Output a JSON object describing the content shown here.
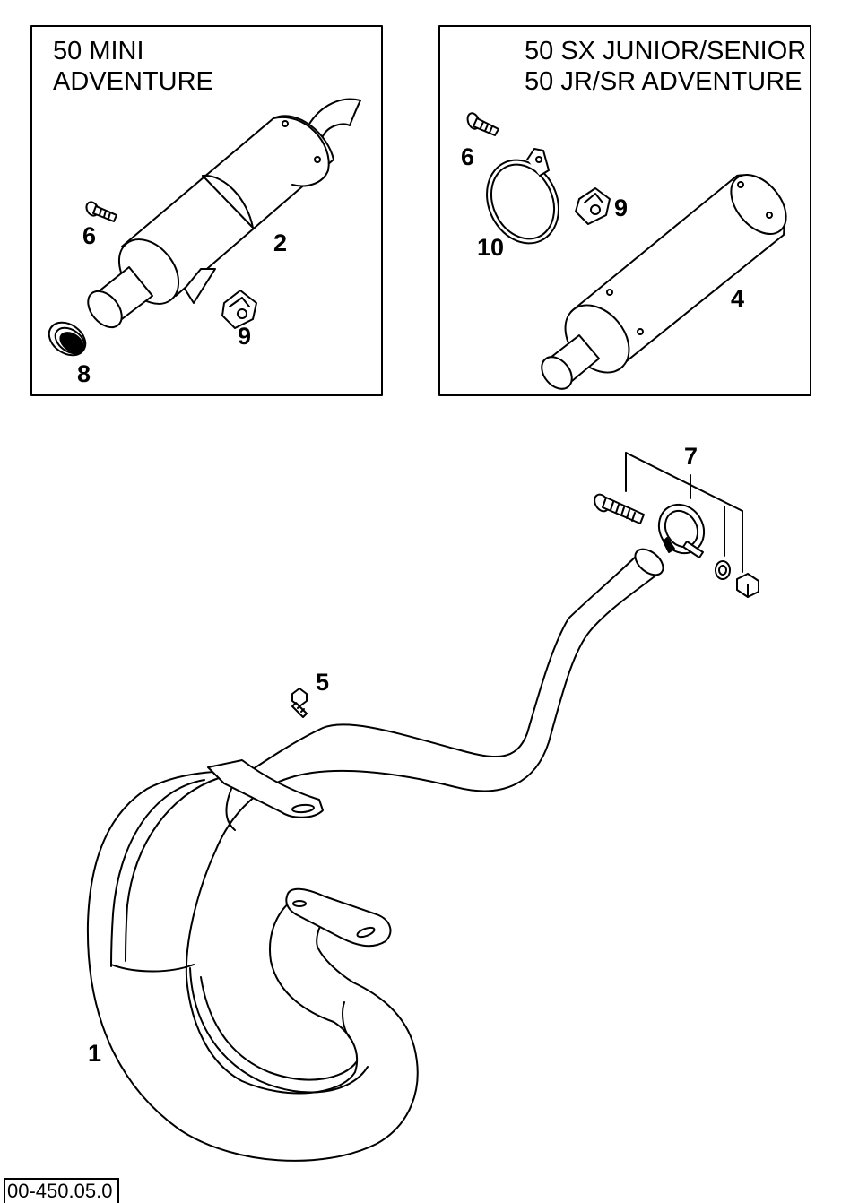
{
  "panels": {
    "left": {
      "title_line1": "50 MINI",
      "title_line2": "ADVENTURE"
    },
    "right": {
      "title_line1": "50 SX JUNIOR/SENIOR",
      "title_line2": "50 JR/SR ADVENTURE"
    }
  },
  "callouts": {
    "left_screw": "6",
    "left_silencer": "2",
    "left_clip_nut": "9",
    "left_sleeve": "8",
    "right_screw": "6",
    "right_clip_nut": "9",
    "right_bracket": "10",
    "right_silencer": "4",
    "clamp_set": "7",
    "pipe_screw": "5",
    "exhaust_pipe": "1"
  },
  "drawing_code": "00-450.05.0",
  "colors": {
    "line": "#000000",
    "background": "#ffffff"
  }
}
